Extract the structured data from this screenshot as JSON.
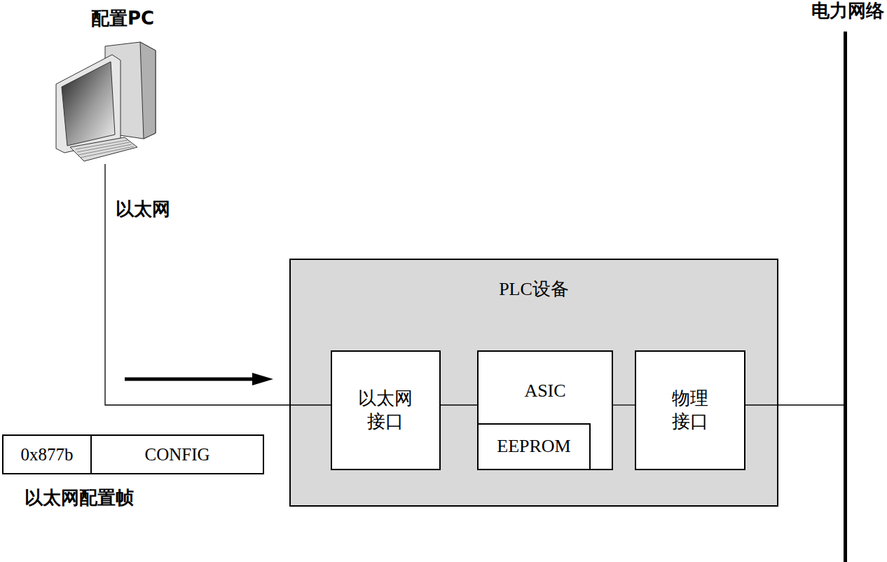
{
  "diagram": {
    "nodes": [
      {
        "text": [
          "配置PC"
        ]
      },
      {
        "text": [
          "PLC设备"
        ]
      },
      {
        "text": [
          "以太网 接口"
        ],
        "in": 1
      },
      {
        "text": [
          "ASIC"
        ],
        "in": 1
      },
      {
        "text": [
          "EEPROM"
        ],
        "in": 3
      },
      {
        "text": [
          "物理 接口"
        ],
        "in": 1
      },
      {
        "text": [
          "0x877b"
        ]
      },
      {
        "text": [
          "CONFIG"
        ]
      }
    ],
    "edges": [
      {
        "from": 0,
        "to": 2,
        "arrow": "none",
        "label": "以太网"
      },
      {
        "from": 2,
        "to": 3,
        "arrow": "none"
      },
      {
        "from": 3,
        "to": 5,
        "arrow": "none"
      }
    ],
    "labels": [
      "以太网配置帧",
      "电力网络"
    ]
  }
}
